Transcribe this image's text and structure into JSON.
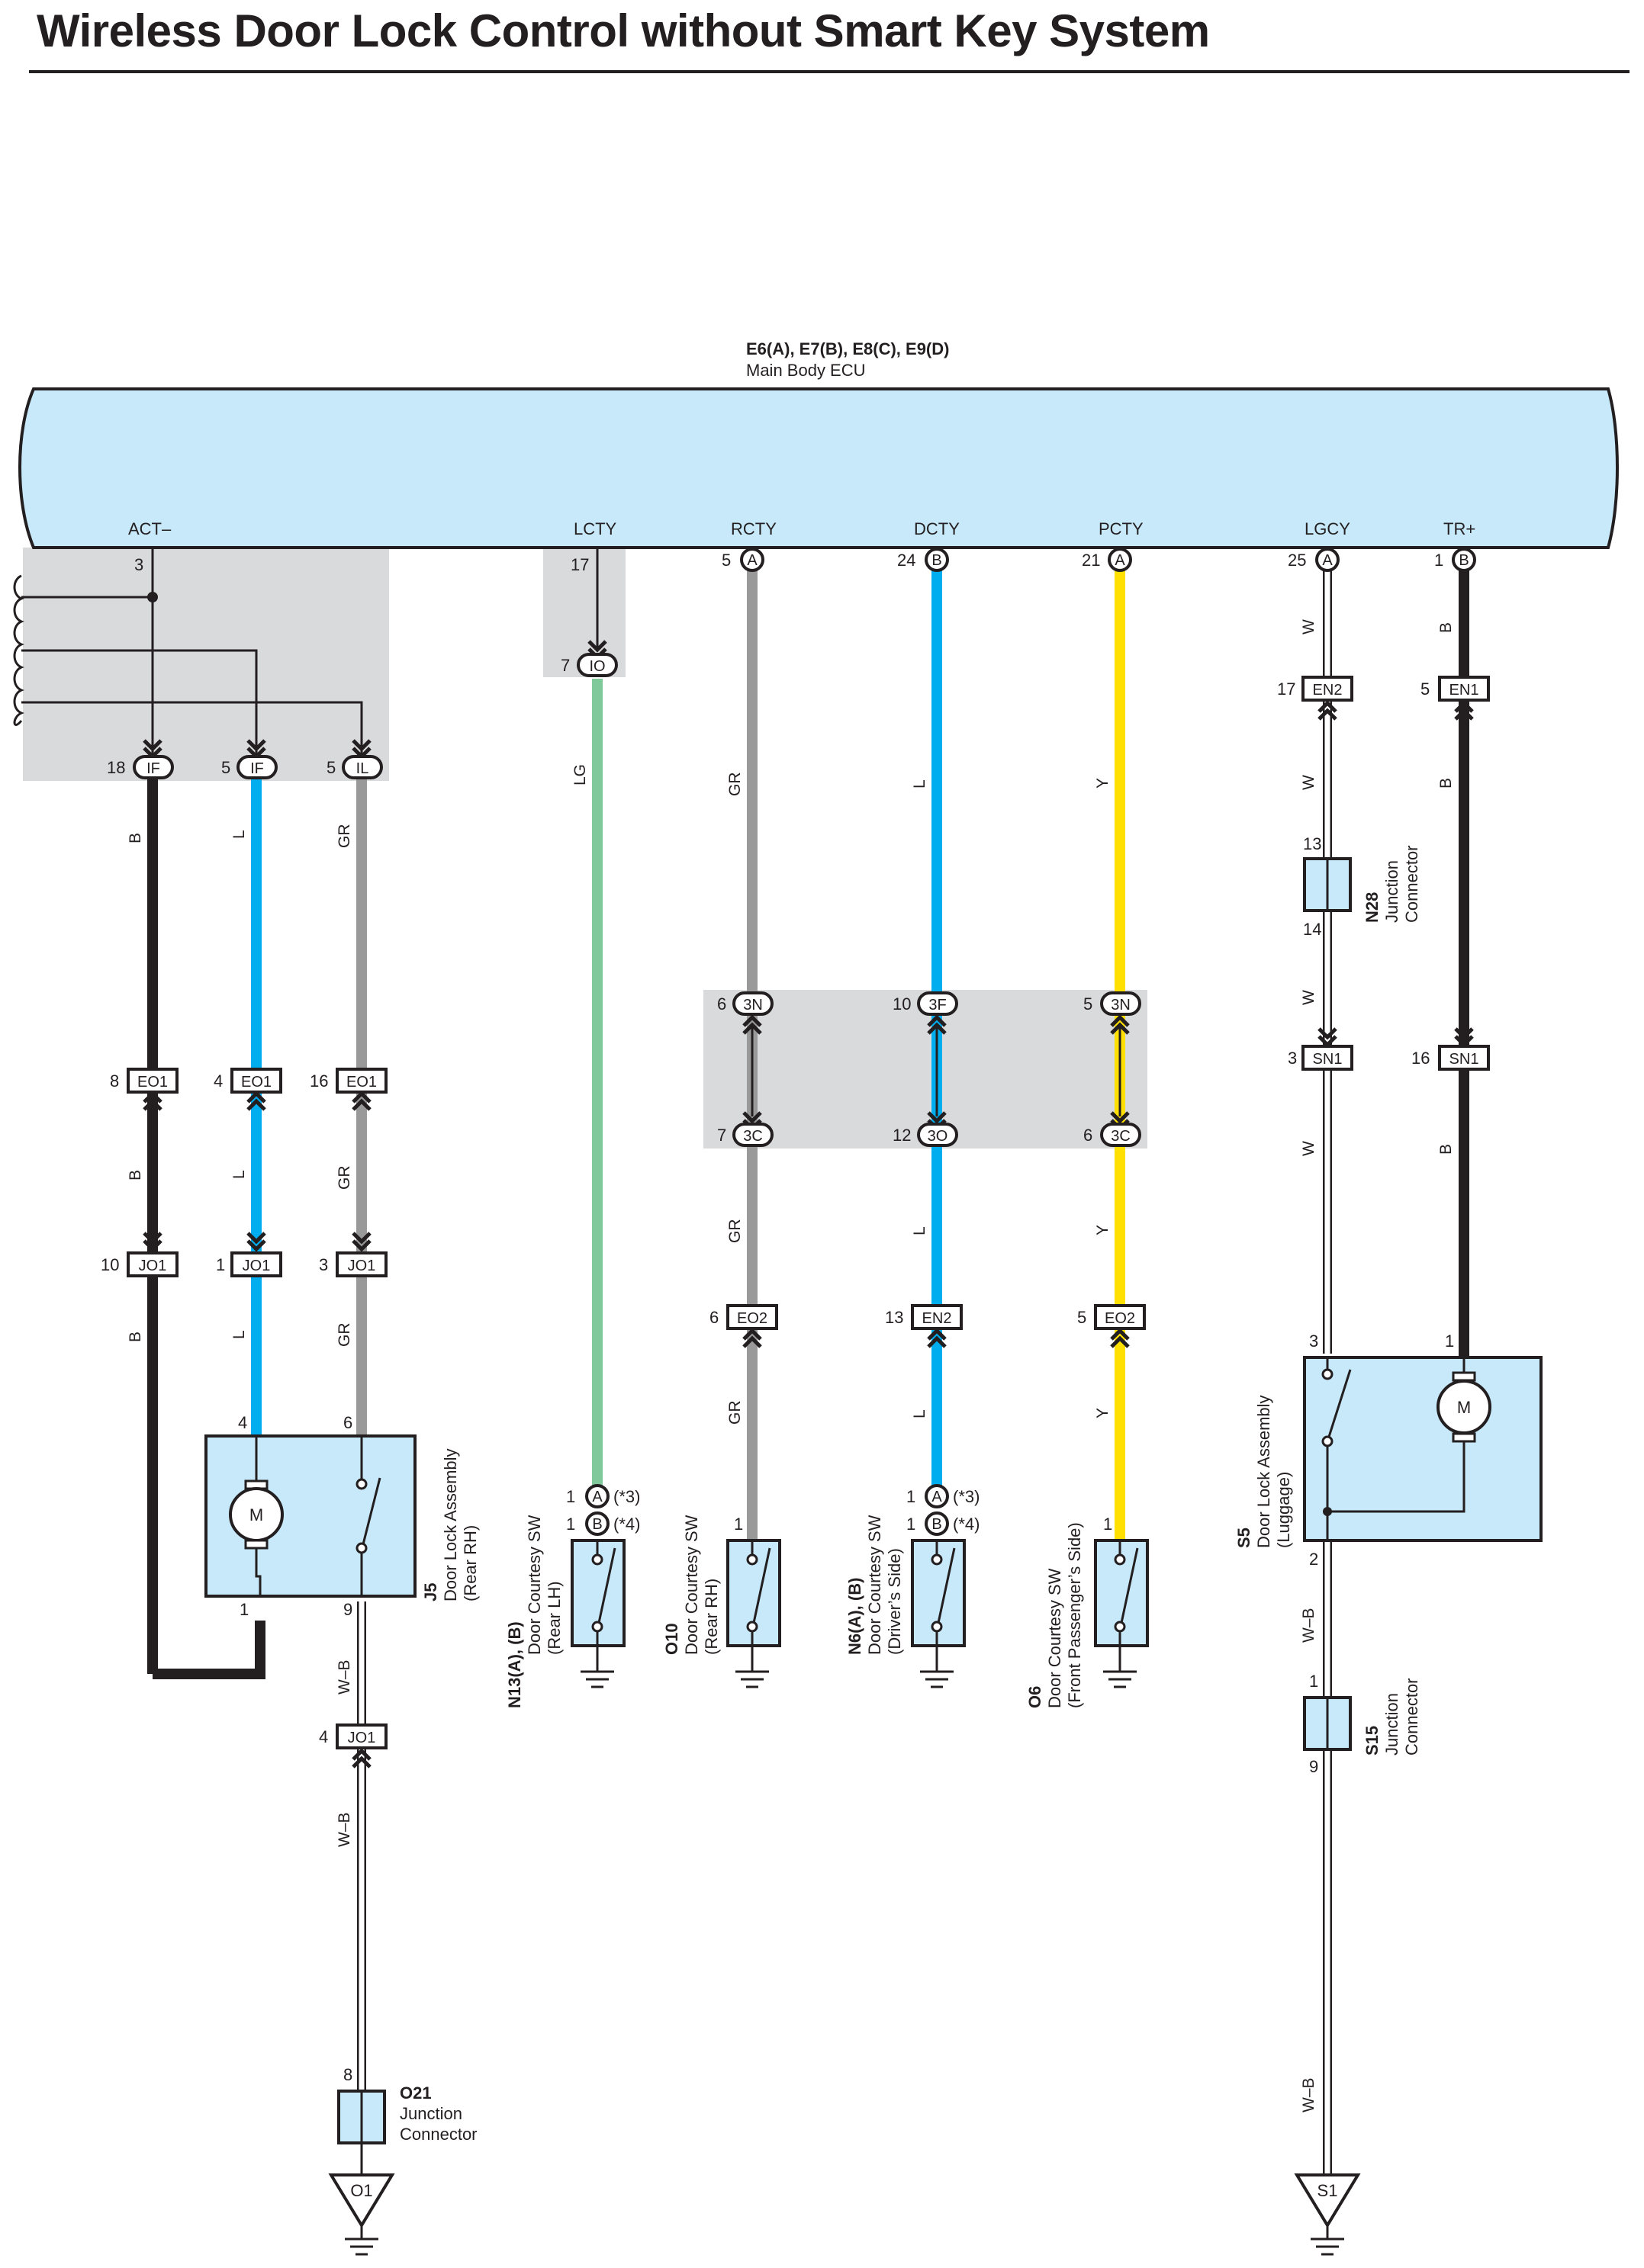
{
  "title": "Wireless Door Lock Control without Smart Key System",
  "colors": {
    "ecu_fill": "#c7e9fa",
    "component_fill": "#c7e9fa",
    "shade": "#d9dadb",
    "wire_B": "#231f20",
    "wire_L": "#00aeef",
    "wire_GR": "#999999",
    "wire_LG": "#7fc99a",
    "wire_Y": "#ffe000",
    "wire_W": "#ffffff",
    "line": "#231f20"
  },
  "ecu": {
    "code": "E6(A), E7(B), E8(C), E9(D)",
    "name": "Main Body ECU",
    "terminals": {
      "act": "ACT–",
      "lcty": "LCTY",
      "rcty": "RCTY",
      "dcty": "DCTY",
      "pcty": "PCTY",
      "lgcy": "LGCY",
      "trp": "TR+"
    },
    "pins": {
      "act": "3",
      "lcty": "17",
      "rcty": "5",
      "dcty": "24",
      "pcty": "21",
      "lgcy": "25",
      "trp": "1"
    },
    "pin_connectors": {
      "rcty": "A",
      "dcty": "B",
      "pcty": "A",
      "lgcy": "A",
      "trp": "B"
    }
  },
  "connectors": {
    "if18": {
      "pin": "18",
      "code": "IF"
    },
    "if5": {
      "pin": "5",
      "code": "IF"
    },
    "il5": {
      "pin": "5",
      "code": "IL"
    },
    "io7": {
      "pin": "7",
      "code": "IO"
    },
    "eo1_8": {
      "pin": "8",
      "code": "EO1"
    },
    "eo1_4": {
      "pin": "4",
      "code": "EO1"
    },
    "eo1_16": {
      "pin": "16",
      "code": "EO1"
    },
    "jo1_10": {
      "pin": "10",
      "code": "JO1"
    },
    "jo1_1": {
      "pin": "1",
      "code": "JO1"
    },
    "jo1_3": {
      "pin": "3",
      "code": "JO1"
    },
    "jo1_4": {
      "pin": "4",
      "code": "JO1"
    },
    "n3n_6": {
      "pin": "6",
      "code": "3N"
    },
    "n3f_10": {
      "pin": "10",
      "code": "3F"
    },
    "n3n_5": {
      "pin": "5",
      "code": "3N"
    },
    "c3c_7": {
      "pin": "7",
      "code": "3C"
    },
    "c3o_12": {
      "pin": "12",
      "code": "3O"
    },
    "c3c_6": {
      "pin": "6",
      "code": "3C"
    },
    "eo2_6": {
      "pin": "6",
      "code": "EO2"
    },
    "en2_13": {
      "pin": "13",
      "code": "EN2"
    },
    "eo2_5": {
      "pin": "5",
      "code": "EO2"
    },
    "en2_17": {
      "pin": "17",
      "code": "EN2"
    },
    "en1_5": {
      "pin": "5",
      "code": "EN1"
    },
    "sn1_3": {
      "pin": "3",
      "code": "SN1"
    },
    "sn1_16": {
      "pin": "16",
      "code": "SN1"
    }
  },
  "wire_labels": {
    "B": "B",
    "L": "L",
    "GR": "GR",
    "LG": "LG",
    "Y": "Y",
    "W": "W",
    "WB": "W–B"
  },
  "components": {
    "j5": {
      "code": "J5",
      "line1": "Door Lock Assembly",
      "line2": "(Rear RH)",
      "pins": {
        "p4": "4",
        "p6": "6",
        "p1": "1",
        "p9": "9"
      },
      "motor": "M"
    },
    "n13": {
      "code": "N13(A), (B)",
      "line1": "Door Courtesy SW",
      "line2": "(Rear LH)",
      "pin_a": "1",
      "pin_b": "1",
      "conn_a": "A",
      "conn_b": "B",
      "note_a": "(*3)",
      "note_b": "(*4)"
    },
    "o10": {
      "code": "O10",
      "line1": "Door Courtesy SW",
      "line2": "(Rear RH)",
      "pin": "1"
    },
    "n6": {
      "code": "N6(A), (B)",
      "line1": "Door Courtesy SW",
      "line2": "(Driver’s Side)",
      "pin_a": "1",
      "pin_b": "1",
      "conn_a": "A",
      "conn_b": "B",
      "note_a": "(*3)",
      "note_b": "(*4)"
    },
    "o6": {
      "code": "O6",
      "line1": "Door Courtesy SW",
      "line2": "(Front Passenger’s Side)",
      "pin": "1"
    },
    "n28": {
      "code": "N28",
      "line1": "Junction",
      "line2": "Connector",
      "pin_top": "13",
      "pin_bottom": "14"
    },
    "s5": {
      "code": "S5",
      "line1": "Door Lock Assembly",
      "line2": "(Luggage)",
      "pins": {
        "p3": "3",
        "p1": "1",
        "p2": "2"
      },
      "motor": "M"
    },
    "s15": {
      "code": "S15",
      "line1": "Junction",
      "line2": "Connector",
      "pin_top": "1",
      "pin_bottom": "9"
    },
    "o21": {
      "code": "O21",
      "line1": "Junction",
      "line2": "Connector",
      "pin_top": "8"
    }
  },
  "grounds": {
    "o1": "O1",
    "s1": "S1"
  }
}
